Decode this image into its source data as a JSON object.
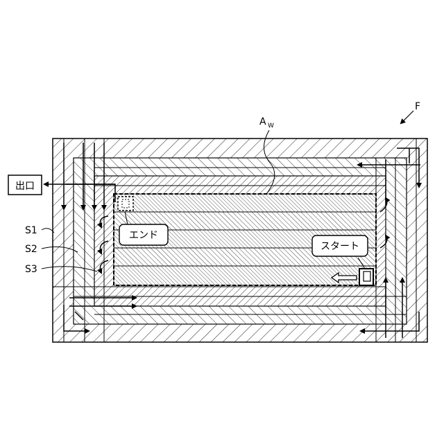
{
  "figure": {
    "figure_label": "F",
    "area_label": "A",
    "area_label_sub": "W",
    "exit_label": "出口",
    "end_label": "エンド",
    "start_label": "スタート",
    "zone_labels": [
      "S1",
      "S2",
      "S3"
    ]
  },
  "zone_count": 3,
  "rows_in_work_area": 5
}
